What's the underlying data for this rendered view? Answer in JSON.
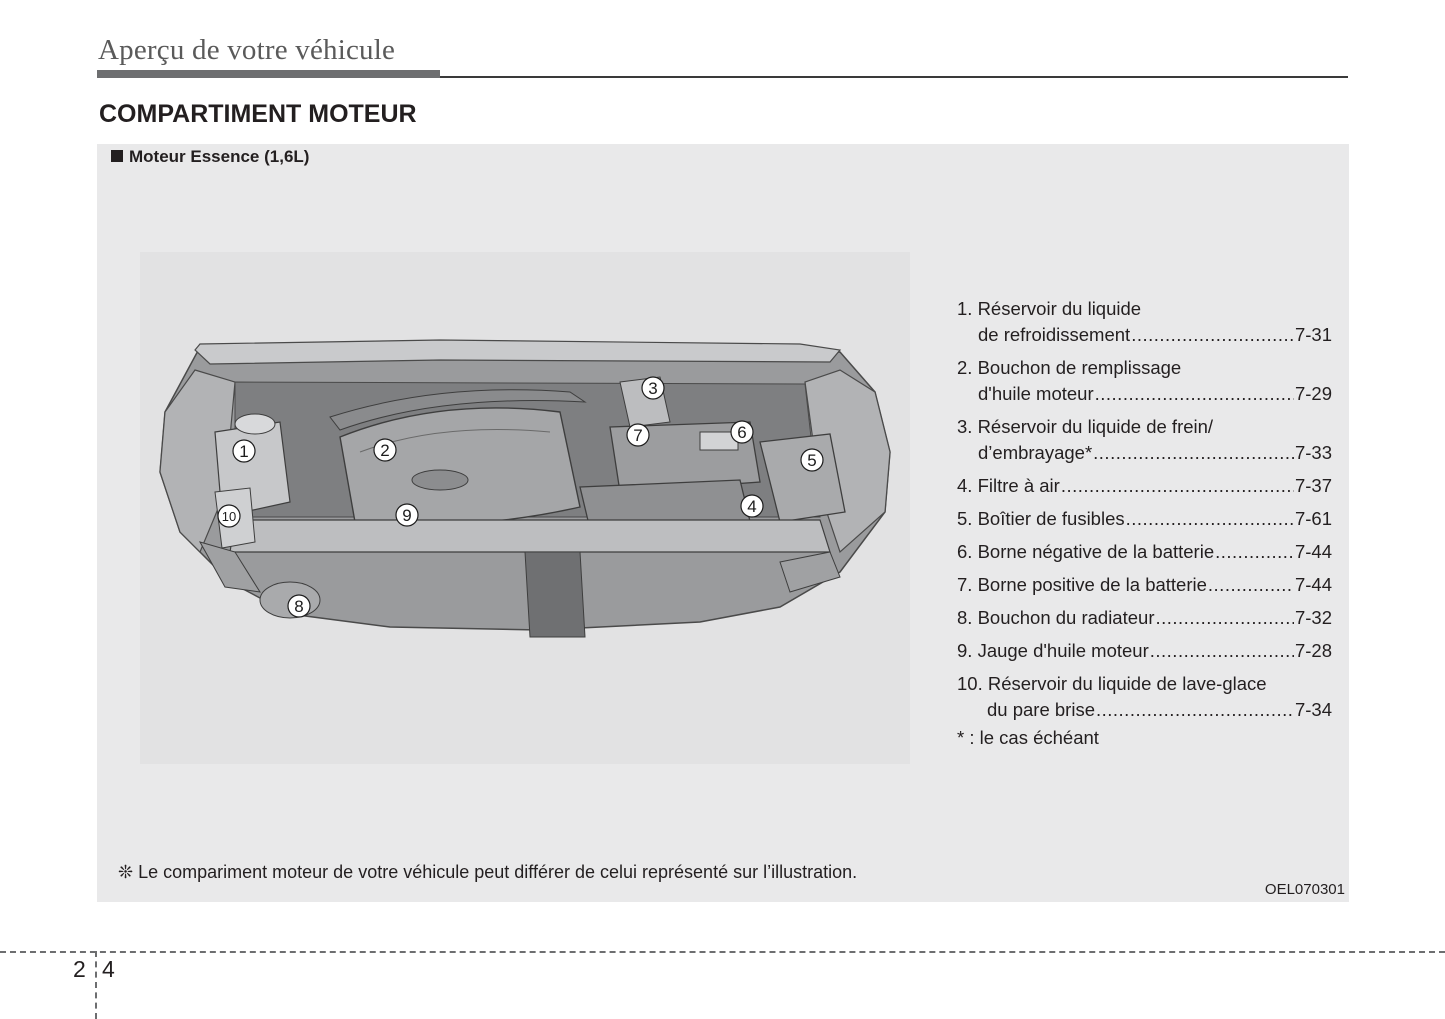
{
  "header": {
    "title": "Aperçu de votre véhicule"
  },
  "section_title": "COMPARTIMENT MOTEUR",
  "panel_heading": "Moteur Essence (1,6L)",
  "callouts": [
    "1",
    "2",
    "3",
    "4",
    "5",
    "6",
    "7",
    "8",
    "9",
    "10"
  ],
  "legend": [
    {
      "lines": [
        "1. Réservoir du liquide",
        "de refroidissement"
      ],
      "page": "7-31"
    },
    {
      "lines": [
        "2. Bouchon de remplissage",
        "d'huile moteur"
      ],
      "page": "7-29"
    },
    {
      "lines": [
        "3. Réservoir du liquide de frein/",
        "d’embrayage*"
      ],
      "page": "7-33"
    },
    {
      "lines": [
        "4. Filtre à air"
      ],
      "page": "7-37"
    },
    {
      "lines": [
        "5. Boîtier de fusibles"
      ],
      "page": "7-61"
    },
    {
      "lines": [
        "6. Borne négative de la batterie"
      ],
      "page": "7-44"
    },
    {
      "lines": [
        "7. Borne positive de la batterie"
      ],
      "page": "7-44"
    },
    {
      "lines": [
        "8. Bouchon du radiateur"
      ],
      "page": "7-32"
    },
    {
      "lines": [
        "9. Jauge d'huile moteur"
      ],
      "page": "7-28"
    },
    {
      "lines": [
        "10. Réservoir du liquide de lave-glace",
        "du pare brise"
      ],
      "page": "7-34"
    }
  ],
  "footnote": "* : le cas échéant",
  "note": "❊ Le comparimen​t moteur de votre véhicule peut différer de celui représenté sur l’illustration.",
  "image_code": "OEL070301",
  "page_number": {
    "section": "2",
    "page": "4"
  }
}
